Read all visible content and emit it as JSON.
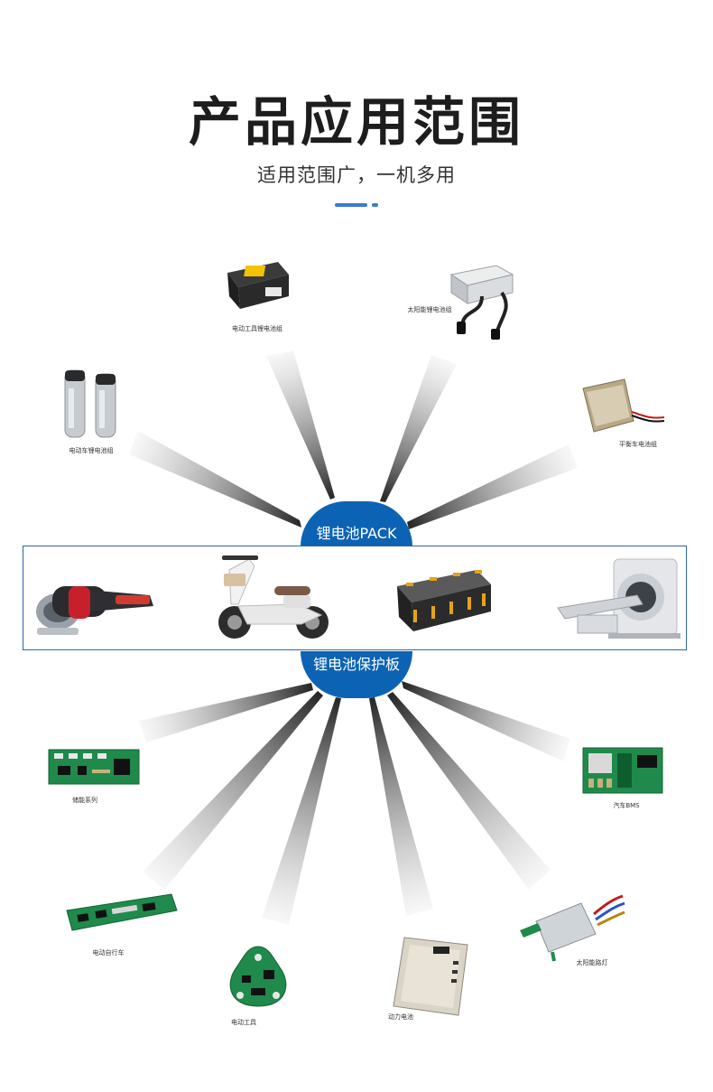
{
  "header": {
    "title": "产品应用范围",
    "subtitle": "适用范围广，一机多用"
  },
  "hubs": {
    "pack_label": "锂电池PACK",
    "board_label": "锂电池保护板"
  },
  "pack_applications": [
    {
      "label": "电动工具锂电池组",
      "icon": "power-tool-battery-icon"
    },
    {
      "label": "太阳能锂电池组",
      "icon": "solar-battery-pack-icon"
    },
    {
      "label": "电动车锂电池组",
      "icon": "ebike-battery-icon"
    },
    {
      "label": "平衡车电池组",
      "icon": "balance-car-battery-icon"
    }
  ],
  "band_products": [
    {
      "icon": "angle-grinder-icon"
    },
    {
      "icon": "electric-scooter-icon"
    },
    {
      "icon": "battery-modules-icon"
    },
    {
      "icon": "ct-scanner-icon"
    }
  ],
  "board_applications": [
    {
      "label": "储能系列",
      "icon": "energy-storage-board-icon"
    },
    {
      "label": "汽车BMS",
      "icon": "car-bms-board-icon"
    },
    {
      "label": "电动自行车",
      "icon": "ebike-board-icon"
    },
    {
      "label": "电动工具",
      "icon": "power-tool-board-icon"
    },
    {
      "label": "动力电池",
      "icon": "power-battery-board-icon"
    },
    {
      "label": "太阳能路灯",
      "icon": "solar-streetlight-board-icon"
    }
  ],
  "colors": {
    "hub_blue": "#0d63b3",
    "accent_blue": "#3a79d8",
    "band_border": "#2d65a8",
    "pcb_green": "#1f8a4c"
  }
}
